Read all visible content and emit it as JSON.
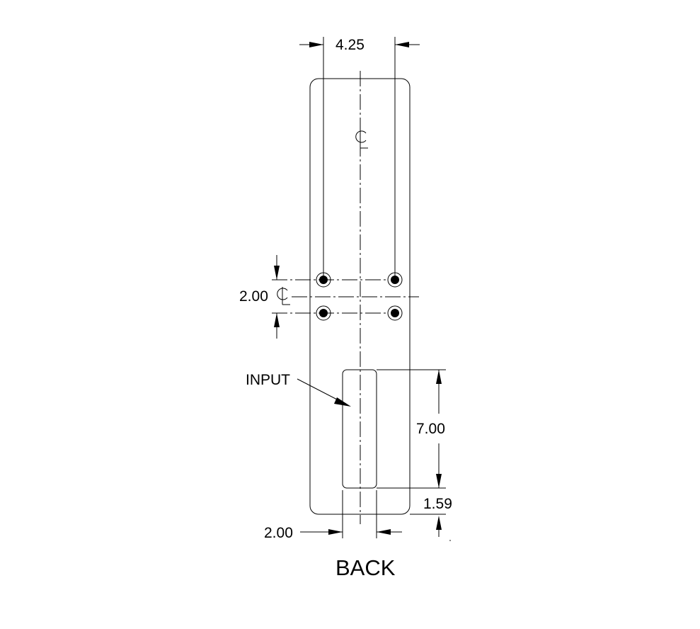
{
  "drawing": {
    "view_title": "BACK",
    "centerline_symbol": "CL",
    "dimensions": {
      "top_width": "4.25",
      "hole_spacing": "2.00",
      "slot_height": "7.00",
      "bottom_offset": "1.59",
      "slot_width": "2.00"
    },
    "callouts": {
      "input": "INPUT"
    }
  }
}
